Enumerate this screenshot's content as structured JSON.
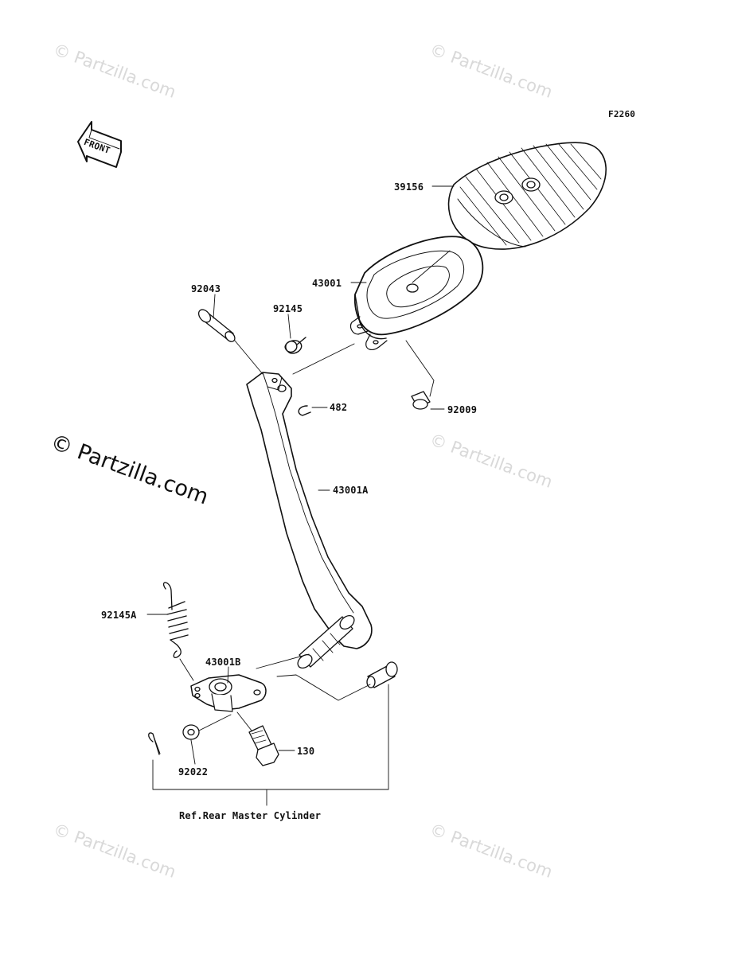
{
  "diagram_code": "F2260",
  "front_label": "FRONT",
  "watermark_text": "© Partzilla.com",
  "reference_note": "Ref.Rear Master Cylinder",
  "parts": {
    "p39156": "39156",
    "p43001": "43001",
    "p92043": "92043",
    "p92145": "92145",
    "p482": "482",
    "p92009": "92009",
    "p43001A": "43001A",
    "p92145A": "92145A",
    "p43001B": "43001B",
    "p130": "130",
    "p92022": "92022"
  },
  "colors": {
    "line": "#111111",
    "watermark": "#d9d9d9",
    "background": "#ffffff"
  }
}
